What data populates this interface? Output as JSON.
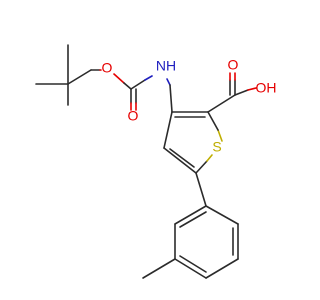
{
  "atoms": {
    "o_ester": "O",
    "o_carbonyl": "O",
    "nh": "NH",
    "s": "S",
    "oh": "OH",
    "o_acid": "O"
  },
  "colors": {
    "carbon_bond": "#2b2b2b",
    "oxygen": "#e60000",
    "nitrogen": "#1f1fbf",
    "sulfur": "#bfae00"
  }
}
